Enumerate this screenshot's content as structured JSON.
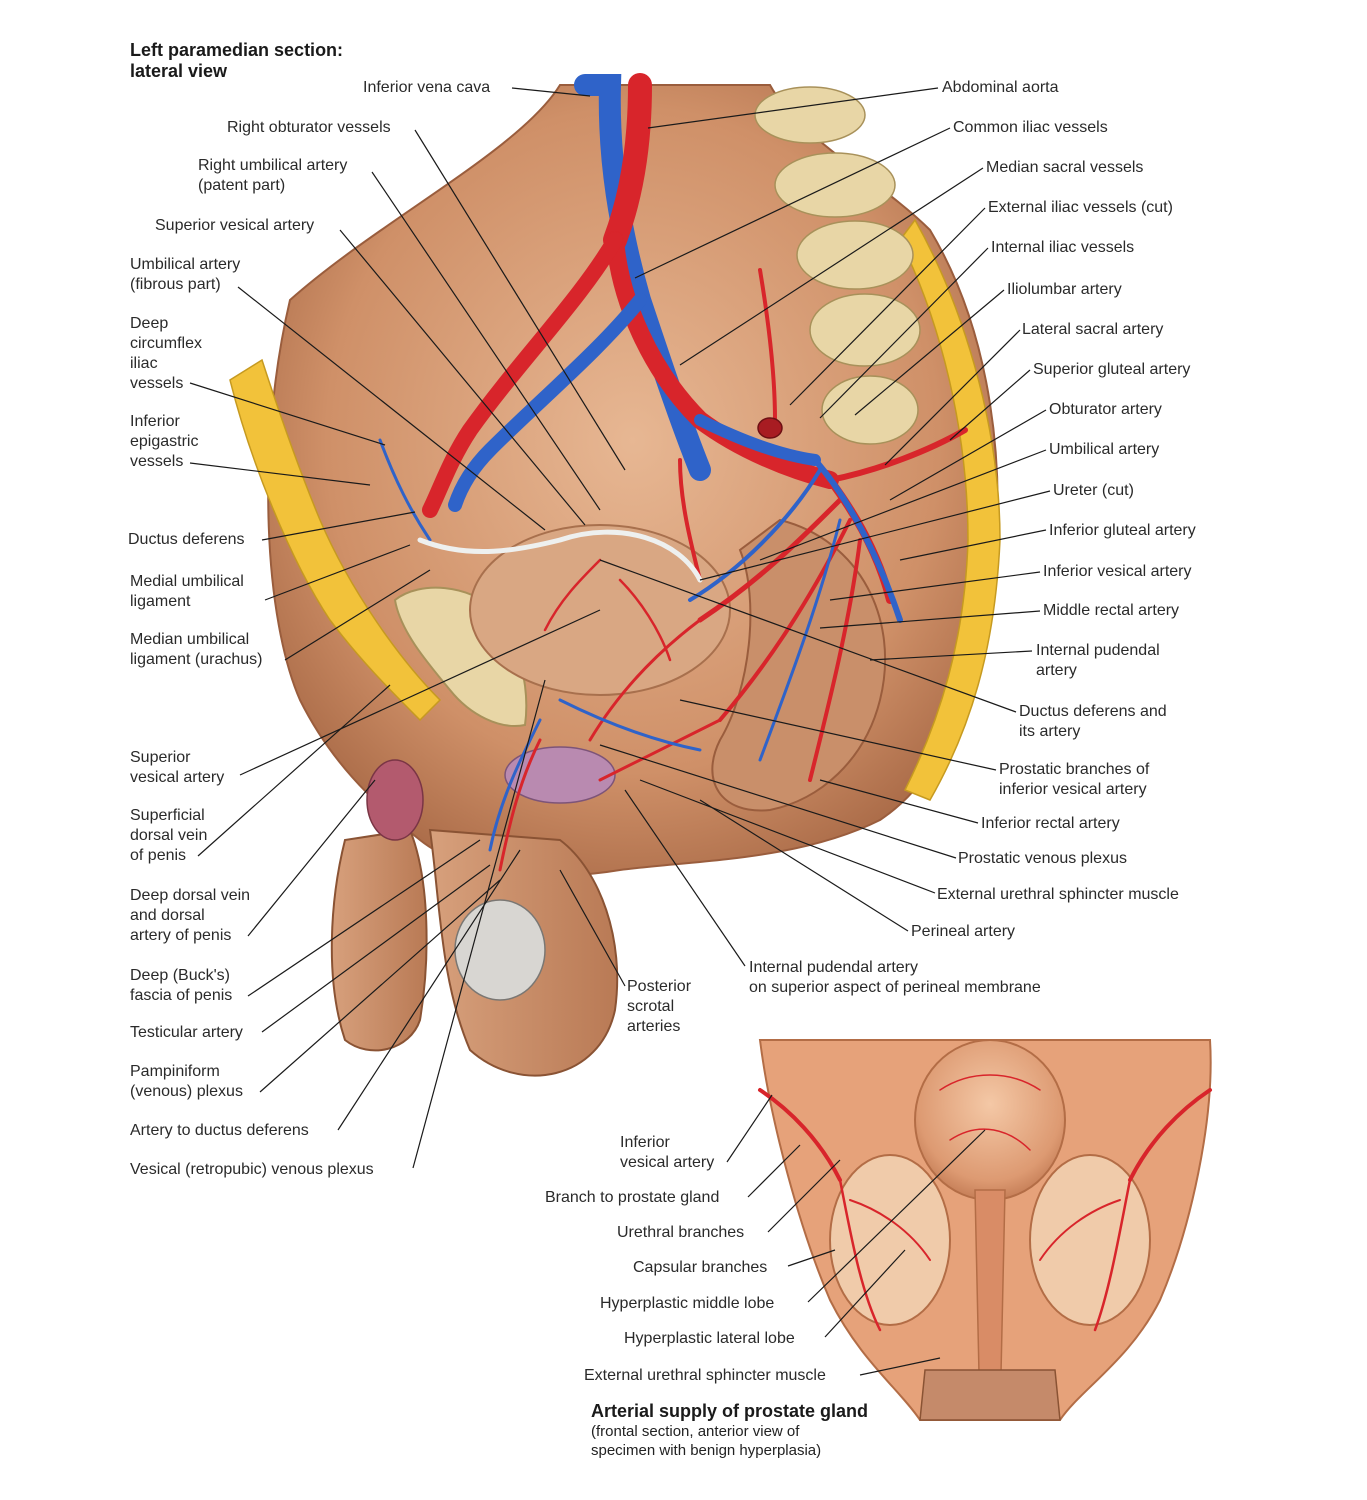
{
  "main_title": {
    "line1": "Left paramedian section:",
    "line2": "lateral view"
  },
  "inset_title": {
    "title": "Arterial supply of prostate gland",
    "line1": "(frontal section, anterior view of",
    "line2": "specimen with benign hyperplasia)"
  },
  "labels_left": [
    {
      "id": "ivc",
      "lines": [
        "Inferior vena cava"
      ]
    },
    {
      "id": "r-obturator",
      "lines": [
        "Right obturator vessels"
      ]
    },
    {
      "id": "r-umbilical",
      "lines": [
        "Right umbilical artery",
        "(patent part)"
      ]
    },
    {
      "id": "sup-vesical",
      "lines": [
        "Superior vesical artery"
      ]
    },
    {
      "id": "umb-fibrous",
      "lines": [
        "Umbilical artery",
        "(fibrous part)"
      ]
    },
    {
      "id": "deep-circ",
      "lines": [
        "Deep",
        "circumflex",
        "iliac",
        "vessels"
      ]
    },
    {
      "id": "inf-epig",
      "lines": [
        "Inferior",
        "epigastric",
        "vessels"
      ]
    },
    {
      "id": "ductus",
      "lines": [
        "Ductus deferens"
      ]
    },
    {
      "id": "med-umb",
      "lines": [
        "Medial umbilical",
        "ligament"
      ]
    },
    {
      "id": "median-umb",
      "lines": [
        "Median umbilical",
        "ligament (urachus)"
      ]
    },
    {
      "id": "sup-vesical-2",
      "lines": [
        "Superior",
        "vesical artery"
      ]
    },
    {
      "id": "sup-dorsal",
      "lines": [
        "Superficial",
        "dorsal vein",
        "of penis"
      ]
    },
    {
      "id": "deep-dorsal",
      "lines": [
        "Deep dorsal vein",
        "and dorsal",
        "artery of penis"
      ]
    },
    {
      "id": "bucks",
      "lines": [
        "Deep (Buck's)",
        "fascia of penis"
      ]
    },
    {
      "id": "testicular",
      "lines": [
        "Testicular artery"
      ]
    },
    {
      "id": "pampiniform",
      "lines": [
        "Pampiniform",
        "(venous) plexus"
      ]
    },
    {
      "id": "art-ductus",
      "lines": [
        "Artery to ductus deferens"
      ]
    },
    {
      "id": "vesical-plexus",
      "lines": [
        "Vesical (retropubic) venous plexus"
      ]
    }
  ],
  "labels_right": [
    {
      "id": "aorta",
      "lines": [
        "Abdominal aorta"
      ]
    },
    {
      "id": "common-iliac",
      "lines": [
        "Common iliac vessels"
      ]
    },
    {
      "id": "median-sacral",
      "lines": [
        "Median sacral vessels"
      ]
    },
    {
      "id": "ext-iliac",
      "lines": [
        "External iliac vessels (cut)"
      ]
    },
    {
      "id": "int-iliac",
      "lines": [
        "Internal iliac vessels"
      ]
    },
    {
      "id": "iliolumbar",
      "lines": [
        "Iliolumbar artery"
      ]
    },
    {
      "id": "lat-sacral",
      "lines": [
        "Lateral sacral artery"
      ]
    },
    {
      "id": "sup-gluteal",
      "lines": [
        "Superior gluteal artery"
      ]
    },
    {
      "id": "obturator",
      "lines": [
        "Obturator artery"
      ]
    },
    {
      "id": "umbilical",
      "lines": [
        "Umbilical artery"
      ]
    },
    {
      "id": "ureter",
      "lines": [
        "Ureter (cut)"
      ]
    },
    {
      "id": "inf-gluteal",
      "lines": [
        "Inferior gluteal artery"
      ]
    },
    {
      "id": "inf-vesical",
      "lines": [
        "Inferior vesical artery"
      ]
    },
    {
      "id": "mid-rectal",
      "lines": [
        "Middle rectal artery"
      ]
    },
    {
      "id": "int-pudendal",
      "lines": [
        "Internal pudendal",
        "artery"
      ]
    },
    {
      "id": "ductus-artery",
      "lines": [
        "Ductus deferens and",
        "its artery"
      ]
    },
    {
      "id": "prostatic-br",
      "lines": [
        "Prostatic branches of",
        "inferior vesical artery"
      ]
    },
    {
      "id": "inf-rectal",
      "lines": [
        "Inferior rectal artery"
      ]
    },
    {
      "id": "prostatic-plexus",
      "lines": [
        "Prostatic venous plexus"
      ]
    },
    {
      "id": "ext-urethral",
      "lines": [
        "External urethral sphincter muscle"
      ]
    },
    {
      "id": "perineal",
      "lines": [
        "Perineal artery"
      ]
    },
    {
      "id": "int-pud-sup",
      "lines": [
        "Internal pudendal artery",
        "on superior aspect of perineal membrane"
      ]
    },
    {
      "id": "post-scrotal",
      "lines": [
        "Posterior",
        "scrotal",
        "arteries"
      ]
    }
  ],
  "labels_inset": [
    {
      "id": "in-inf-vesical",
      "lines": [
        "Inferior",
        "vesical artery"
      ]
    },
    {
      "id": "in-branch",
      "lines": [
        "Branch to prostate gland"
      ]
    },
    {
      "id": "in-urethral",
      "lines": [
        "Urethral branches"
      ]
    },
    {
      "id": "in-capsular",
      "lines": [
        "Capsular branches"
      ]
    },
    {
      "id": "in-middle",
      "lines": [
        "Hyperplastic middle lobe"
      ]
    },
    {
      "id": "in-lateral",
      "lines": [
        "Hyperplastic lateral lobe"
      ]
    },
    {
      "id": "in-sphincter",
      "lines": [
        "External urethral sphincter muscle"
      ]
    }
  ],
  "colors": {
    "artery": "#d8252b",
    "vein": "#2f63c9",
    "tissue": "#d9a07a",
    "fat": "#f2c23a",
    "bone": "#e8d6a6",
    "leader": "#1a1a1a"
  }
}
